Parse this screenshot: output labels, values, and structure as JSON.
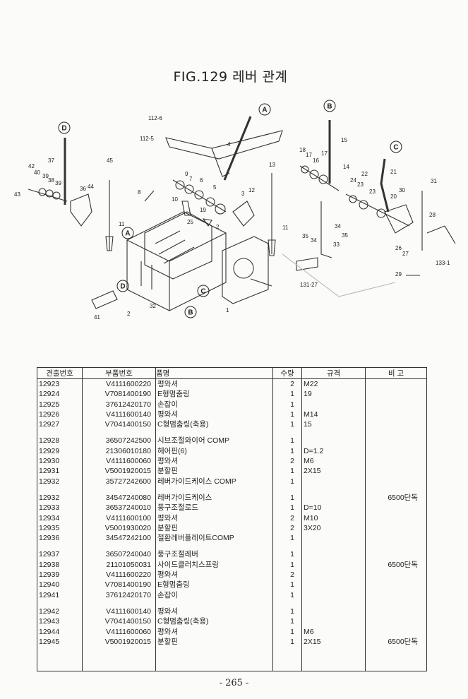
{
  "figure": {
    "title": "FIG.129 레버 관계",
    "callouts": [
      "112-6",
      "112-5",
      "4",
      "9",
      "7",
      "6",
      "5",
      "10",
      "19",
      "25",
      "2",
      "3",
      "13",
      "12",
      "11",
      "8",
      "45",
      "11",
      "44",
      "36",
      "37",
      "42",
      "40",
      "39",
      "38",
      "39",
      "43",
      "41",
      "2",
      "32",
      "1",
      "15",
      "18",
      "17",
      "16",
      "17",
      "14",
      "22",
      "21",
      "31",
      "30",
      "24",
      "23",
      "23",
      "20",
      "28",
      "34",
      "35",
      "35",
      "34",
      "33",
      "26",
      "27",
      "133-1",
      "29",
      "131-27"
    ],
    "circle_refs": [
      "D",
      "A",
      "A",
      "D",
      "B",
      "C",
      "B",
      "C"
    ]
  },
  "table": {
    "headers": [
      "견출번호",
      "부품번호",
      "품명",
      "수량",
      "규격",
      "비 고"
    ],
    "groups": [
      [
        [
          "12923",
          "V4111600220",
          "평와셔",
          "2",
          "M22",
          ""
        ],
        [
          "12924",
          "V7081400190",
          "E형멈춤링",
          "1",
          "19",
          ""
        ],
        [
          "12925",
          "37612420170",
          "손잡이",
          "1",
          "",
          ""
        ],
        [
          "12926",
          "V4111600140",
          "평와셔",
          "1",
          "M14",
          ""
        ],
        [
          "12927",
          "V7041400150",
          "C형멈춤링(축용)",
          "1",
          "15",
          ""
        ]
      ],
      [
        [
          "12928",
          "36507242500",
          "시브조절와이어  COMP",
          "1",
          "",
          ""
        ],
        [
          "12929",
          "21306010180",
          "헤어핀(6)",
          "1",
          "D=1.2",
          ""
        ],
        [
          "12930",
          "V4111600060",
          "평와셔",
          "2",
          "M6",
          ""
        ],
        [
          "12931",
          "V5001920015",
          "분할핀",
          "1",
          "2X15",
          ""
        ],
        [
          "12932",
          "35727242600",
          "레버가이드케이스  COMP",
          "1",
          "",
          ""
        ]
      ],
      [
        [
          "12932",
          "34547240080",
          "레버가이드케이스",
          "1",
          "",
          "6500단독"
        ],
        [
          "12933",
          "36537240010",
          "풍구조절로드",
          "1",
          "D=10",
          ""
        ],
        [
          "12934",
          "V4111600100",
          "평와셔",
          "2",
          "M10",
          ""
        ],
        [
          "12935",
          "V5001930020",
          "분할핀",
          "2",
          "3X20",
          ""
        ],
        [
          "12936",
          "34547242100",
          "절환레버플레이트COMP",
          "1",
          "",
          ""
        ]
      ],
      [
        [
          "12937",
          "36507240040",
          "풍구조절레버",
          "1",
          "",
          ""
        ],
        [
          "12938",
          "21101050031",
          "사이드클러치스프링",
          "1",
          "",
          "6500단독"
        ],
        [
          "12939",
          "V4111600220",
          "평와셔",
          "2",
          "",
          ""
        ],
        [
          "12940",
          "V7081400190",
          "E형멈춤링",
          "1",
          "",
          ""
        ],
        [
          "12941",
          "37612420170",
          "손잡이",
          "1",
          "",
          ""
        ]
      ],
      [
        [
          "12942",
          "V4111600140",
          "평와셔",
          "1",
          "",
          ""
        ],
        [
          "12943",
          "V7041400150",
          "C형멈춤링(축용)",
          "1",
          "",
          ""
        ],
        [
          "12944",
          "V4111600060",
          "평와셔",
          "1",
          "M6",
          ""
        ],
        [
          "12945",
          "V5001920015",
          "분할핀",
          "1",
          "2X15",
          "6500단독"
        ]
      ]
    ]
  },
  "page_number": "- 265 -"
}
